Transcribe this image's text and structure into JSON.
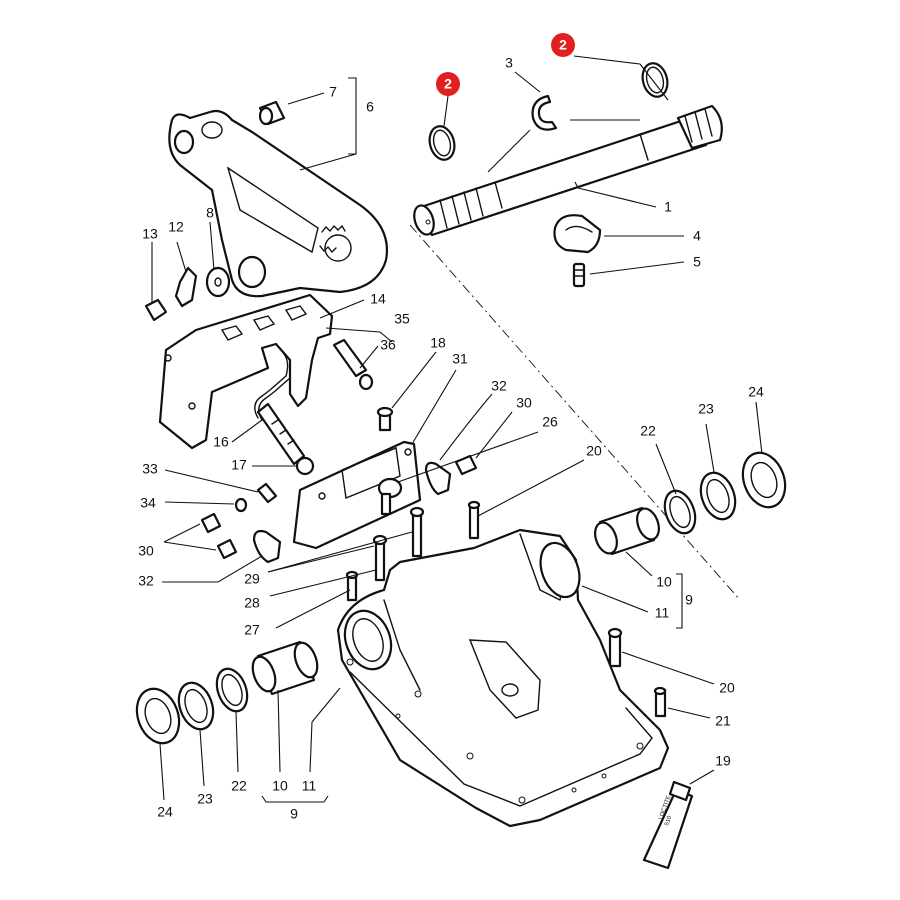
{
  "diagram": {
    "type": "exploded-parts-view",
    "highlight_color": "#e02020",
    "badges": [
      "2",
      "2"
    ],
    "labels": {
      "n1": "1",
      "n2": "2",
      "n3": "3",
      "n4": "4",
      "n5": "5",
      "n6": "6",
      "n7": "7",
      "n8": "8",
      "n9a": "9",
      "n9b": "9",
      "n10a": "10",
      "n10b": "10",
      "n11a": "11",
      "n11b": "11",
      "n12": "12",
      "n13": "13",
      "n14": "14",
      "n16": "16",
      "n17": "17",
      "n18": "18",
      "n19": "19",
      "n20a": "20",
      "n20b": "20",
      "n21": "21",
      "n22a": "22",
      "n22b": "22",
      "n23a": "23",
      "n23b": "23",
      "n24a": "24",
      "n24b": "24",
      "n26": "26",
      "n27": "27",
      "n28": "28",
      "n29": "29",
      "n30a": "30",
      "n30b": "30",
      "n31": "31",
      "n32a": "32",
      "n32b": "32",
      "n33": "33",
      "n34": "34",
      "n35": "35",
      "n36": "36"
    },
    "tube_text": [
      "LOCTITE",
      "510"
    ]
  }
}
